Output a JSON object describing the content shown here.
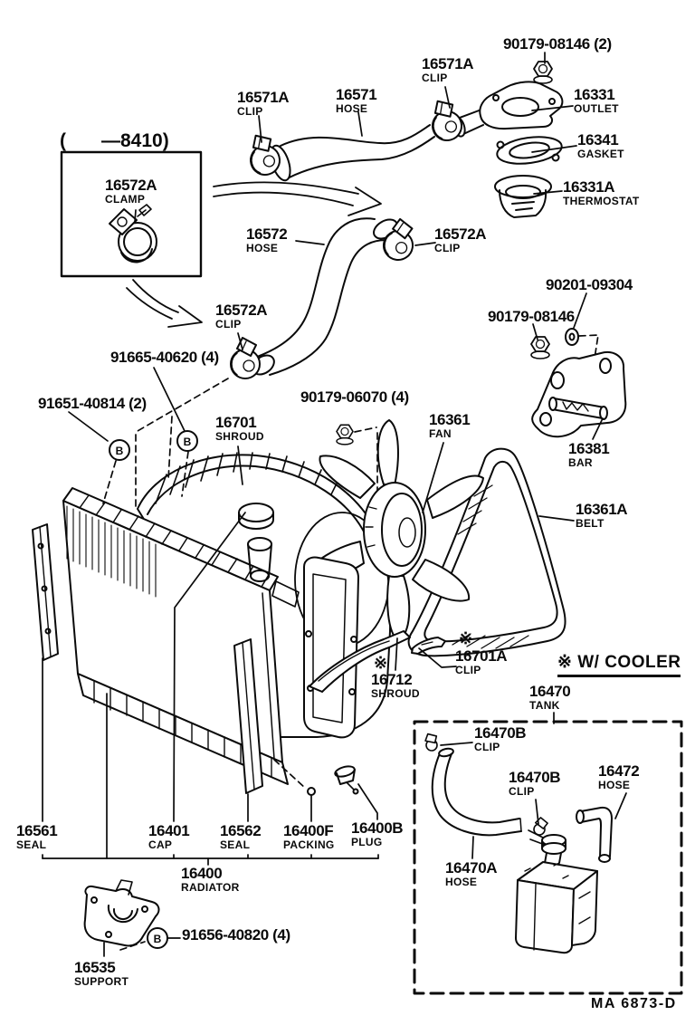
{
  "diagram": {
    "figure_code": "MA  6873-D",
    "variant_note_open": "(",
    "variant_note_range": "—8410)",
    "cooler_note": "※ W/ COOLER",
    "symbols": {
      "circled_b": "B",
      "cooler_marker": "※"
    },
    "labels": [
      {
        "number": "90179-08146 (2)",
        "desc": ""
      },
      {
        "number": "16571A",
        "desc": "CLIP"
      },
      {
        "number": "16571",
        "desc": "HOSE"
      },
      {
        "number": "16331",
        "desc": "OUTLET"
      },
      {
        "number": "16341",
        "desc": "GASKET"
      },
      {
        "number": "16331A",
        "desc": "THERMOSTAT"
      },
      {
        "number": "16571A",
        "desc": "CLIP"
      },
      {
        "number": "16572A",
        "desc": "CLAMP"
      },
      {
        "number": "16572",
        "desc": "HOSE"
      },
      {
        "number": "16572A",
        "desc": "CLIP"
      },
      {
        "number": "90201-09304",
        "desc": ""
      },
      {
        "number": "90179-08146",
        "desc": ""
      },
      {
        "number": "16572A",
        "desc": "CLIP"
      },
      {
        "number": "91665-40620 (4)",
        "desc": ""
      },
      {
        "number": "91651-40814 (2)",
        "desc": ""
      },
      {
        "number": "16701",
        "desc": "SHROUD"
      },
      {
        "number": "90179-06070 (4)",
        "desc": ""
      },
      {
        "number": "16361",
        "desc": "FAN"
      },
      {
        "number": "16381",
        "desc": "BAR"
      },
      {
        "number": "16361A",
        "desc": "BELT"
      },
      {
        "number": "16712",
        "desc": "SHROUD"
      },
      {
        "number": "16701A",
        "desc": "CLIP"
      },
      {
        "number": "16470",
        "desc": "TANK"
      },
      {
        "number": "16470B",
        "desc": "CLIP"
      },
      {
        "number": "16470B",
        "desc": "CLIP"
      },
      {
        "number": "16472",
        "desc": "HOSE"
      },
      {
        "number": "16470A",
        "desc": "HOSE"
      },
      {
        "number": "16561",
        "desc": "SEAL"
      },
      {
        "number": "16401",
        "desc": "CAP"
      },
      {
        "number": "16562",
        "desc": "SEAL"
      },
      {
        "number": "16400F",
        "desc": "PACKING"
      },
      {
        "number": "16400B",
        "desc": "PLUG"
      },
      {
        "number": "16400",
        "desc": "RADIATOR"
      },
      {
        "number": "91656-40820 (4)",
        "desc": ""
      },
      {
        "number": "16535",
        "desc": "SUPPORT"
      }
    ]
  }
}
